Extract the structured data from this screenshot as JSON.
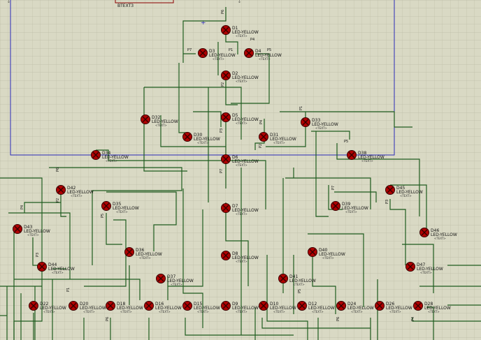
{
  "colors": {
    "background": "#d9d9c4",
    "grid": "#bdbda8",
    "wire": "#1f5c1f",
    "led_body": "#b00000",
    "led_center": "#330000",
    "frame": "#2a2ab8",
    "part_outline": "#8b0000"
  },
  "top_part_label": "BTEXT3",
  "led_type": "LED-YELLOW",
  "text_placeholder": "<TEXT>",
  "leds": [
    {
      "ref": "D1"
    },
    {
      "ref": "D3"
    },
    {
      "ref": "D4"
    },
    {
      "ref": "D2"
    },
    {
      "ref": "D32"
    },
    {
      "ref": "D30"
    },
    {
      "ref": "D5"
    },
    {
      "ref": "D31"
    },
    {
      "ref": "D33"
    },
    {
      "ref": "D34"
    },
    {
      "ref": "D6"
    },
    {
      "ref": "D38"
    },
    {
      "ref": "D42"
    },
    {
      "ref": "D45"
    },
    {
      "ref": "D35"
    },
    {
      "ref": "D7"
    },
    {
      "ref": "D39"
    },
    {
      "ref": "D43"
    },
    {
      "ref": "D46"
    },
    {
      "ref": "D36"
    },
    {
      "ref": "D8"
    },
    {
      "ref": "D40"
    },
    {
      "ref": "D44"
    },
    {
      "ref": "D47"
    },
    {
      "ref": "D37"
    },
    {
      "ref": "D41"
    },
    {
      "ref": "D22"
    },
    {
      "ref": "D20"
    },
    {
      "ref": "D18"
    },
    {
      "ref": "D16"
    },
    {
      "ref": "D15"
    },
    {
      "ref": "D9"
    },
    {
      "ref": "D10"
    },
    {
      "ref": "D12"
    },
    {
      "ref": "D24"
    },
    {
      "ref": "D26"
    },
    {
      "ref": "D28"
    }
  ],
  "net_labels": [
    "P6",
    "P7",
    "P1",
    "P5",
    "P2",
    "P4",
    "P3",
    "P4",
    "P1",
    "P2",
    "P7",
    "P5",
    "P6",
    "P2",
    "P4",
    "P5",
    "P3",
    "P1",
    "P6",
    "P7",
    "P3",
    "P5",
    "P6",
    "P4"
  ]
}
